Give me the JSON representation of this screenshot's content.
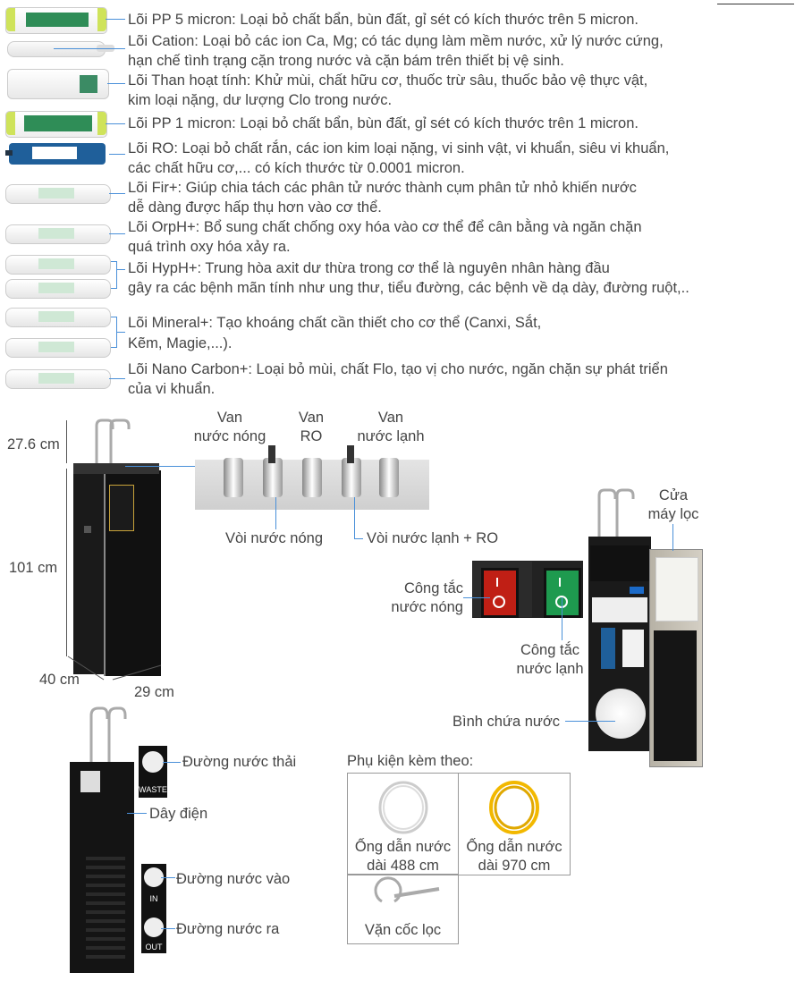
{
  "filters": [
    {
      "label": "Lõi PP 5 micron: Loại bỏ chất bẩn, bùn đất, gỉ sét có kích thước trên 5 micron.",
      "line2": ""
    },
    {
      "label": "Lõi Cation: Loại bỏ các ion Ca, Mg; có tác dụng làm mềm nước, xử lý nước cứng,",
      "line2": "hạn chế tình trạng cặn trong nước và cặn bám trên thiết bị vệ sinh."
    },
    {
      "label": "Lõi Than hoạt tính: Khử mùi, chất hữu cơ, thuốc trừ sâu, thuốc bảo vệ thực vật,",
      "line2": "kim loại nặng, dư lượng Clo trong nước."
    },
    {
      "label": "Lõi PP 1 micron: Loại bỏ chất bẩn, bùn đất, gỉ sét có kích thước trên 1 micron.",
      "line2": ""
    },
    {
      "label": "Lõi RO: Loại bỏ chất rắn, các ion kim loại nặng, vi sinh vật, vi khuẩn, siêu vi khuẩn,",
      "line2": "các chất hữu cơ,... có kích thước từ 0.0001 micron."
    },
    {
      "label": "Lõi Fir+: Giúp chia tách các phân tử nước thành cụm phân tử nhỏ khiến nước",
      "line2": "dễ dàng được hấp thụ hơn vào cơ thể."
    },
    {
      "label": "Lõi OrpH+: Bổ sung chất chống oxy hóa vào cơ thể để cân bằng và ngăn chặn",
      "line2": "quá trình oxy hóa xảy ra."
    },
    {
      "label": "Lõi HypH+: Trung hòa axit dư thừa trong cơ thể là nguyên nhân hàng đầu",
      "line2": "gây ra các bệnh mãn tính như ung thư, tiểu đường, các bệnh về dạ dày, đường ruột,.."
    },
    {
      "label": "Lõi Mineral+: Tạo khoáng chất cần thiết cho cơ thể (Canxi, Sắt,",
      "line2": "Kẽm, Magie,...)."
    },
    {
      "label": "Lõi Nano Carbon+: Loại bỏ mùi, chất Flo, tạo vị cho nước, ngăn chặn sự phát triển",
      "line2": "của vi khuẩn."
    }
  ],
  "dimensions": {
    "top": "27.6 cm",
    "height": "101 cm",
    "depth": "40 cm",
    "width": "29 cm"
  },
  "valves": {
    "hot_valve": [
      "Van",
      "nước nóng"
    ],
    "ro_valve": [
      "Van",
      "RO"
    ],
    "cold_valve": [
      "Van",
      "nước lạnh"
    ],
    "hot_tap": "Vòi nước nóng",
    "cold_ro_tap": "Vòi nước lạnh + RO"
  },
  "switches": {
    "hot": [
      "Công tắc",
      "nước nóng"
    ],
    "cold": [
      "Công tắc",
      "nước lạnh"
    ]
  },
  "cabinet": {
    "door": [
      "Cửa",
      "máy lọc"
    ],
    "tank": "Bình chứa nước"
  },
  "back": {
    "waste": "Đường nước thải",
    "power": "Dây điện",
    "inlet": "Đường nước vào",
    "outlet": "Đường nước ra",
    "waste_tag": "WASTE",
    "in_tag": "IN",
    "out_tag": "OUT"
  },
  "accessories": {
    "title": "Phụ kiện kèm theo:",
    "items": [
      {
        "line1": "Ống dẫn nước",
        "line2": "dài 488 cm"
      },
      {
        "line1": "Ống dẫn nước",
        "line2": "dài 970 cm"
      },
      {
        "line1": "Vặn cốc lọc",
        "line2": ""
      }
    ]
  },
  "colors": {
    "leader": "#4a90d9",
    "text": "#454545",
    "hot": "#d52b1e",
    "cold": "#23a455",
    "yellow_tube": "#f2b800"
  }
}
